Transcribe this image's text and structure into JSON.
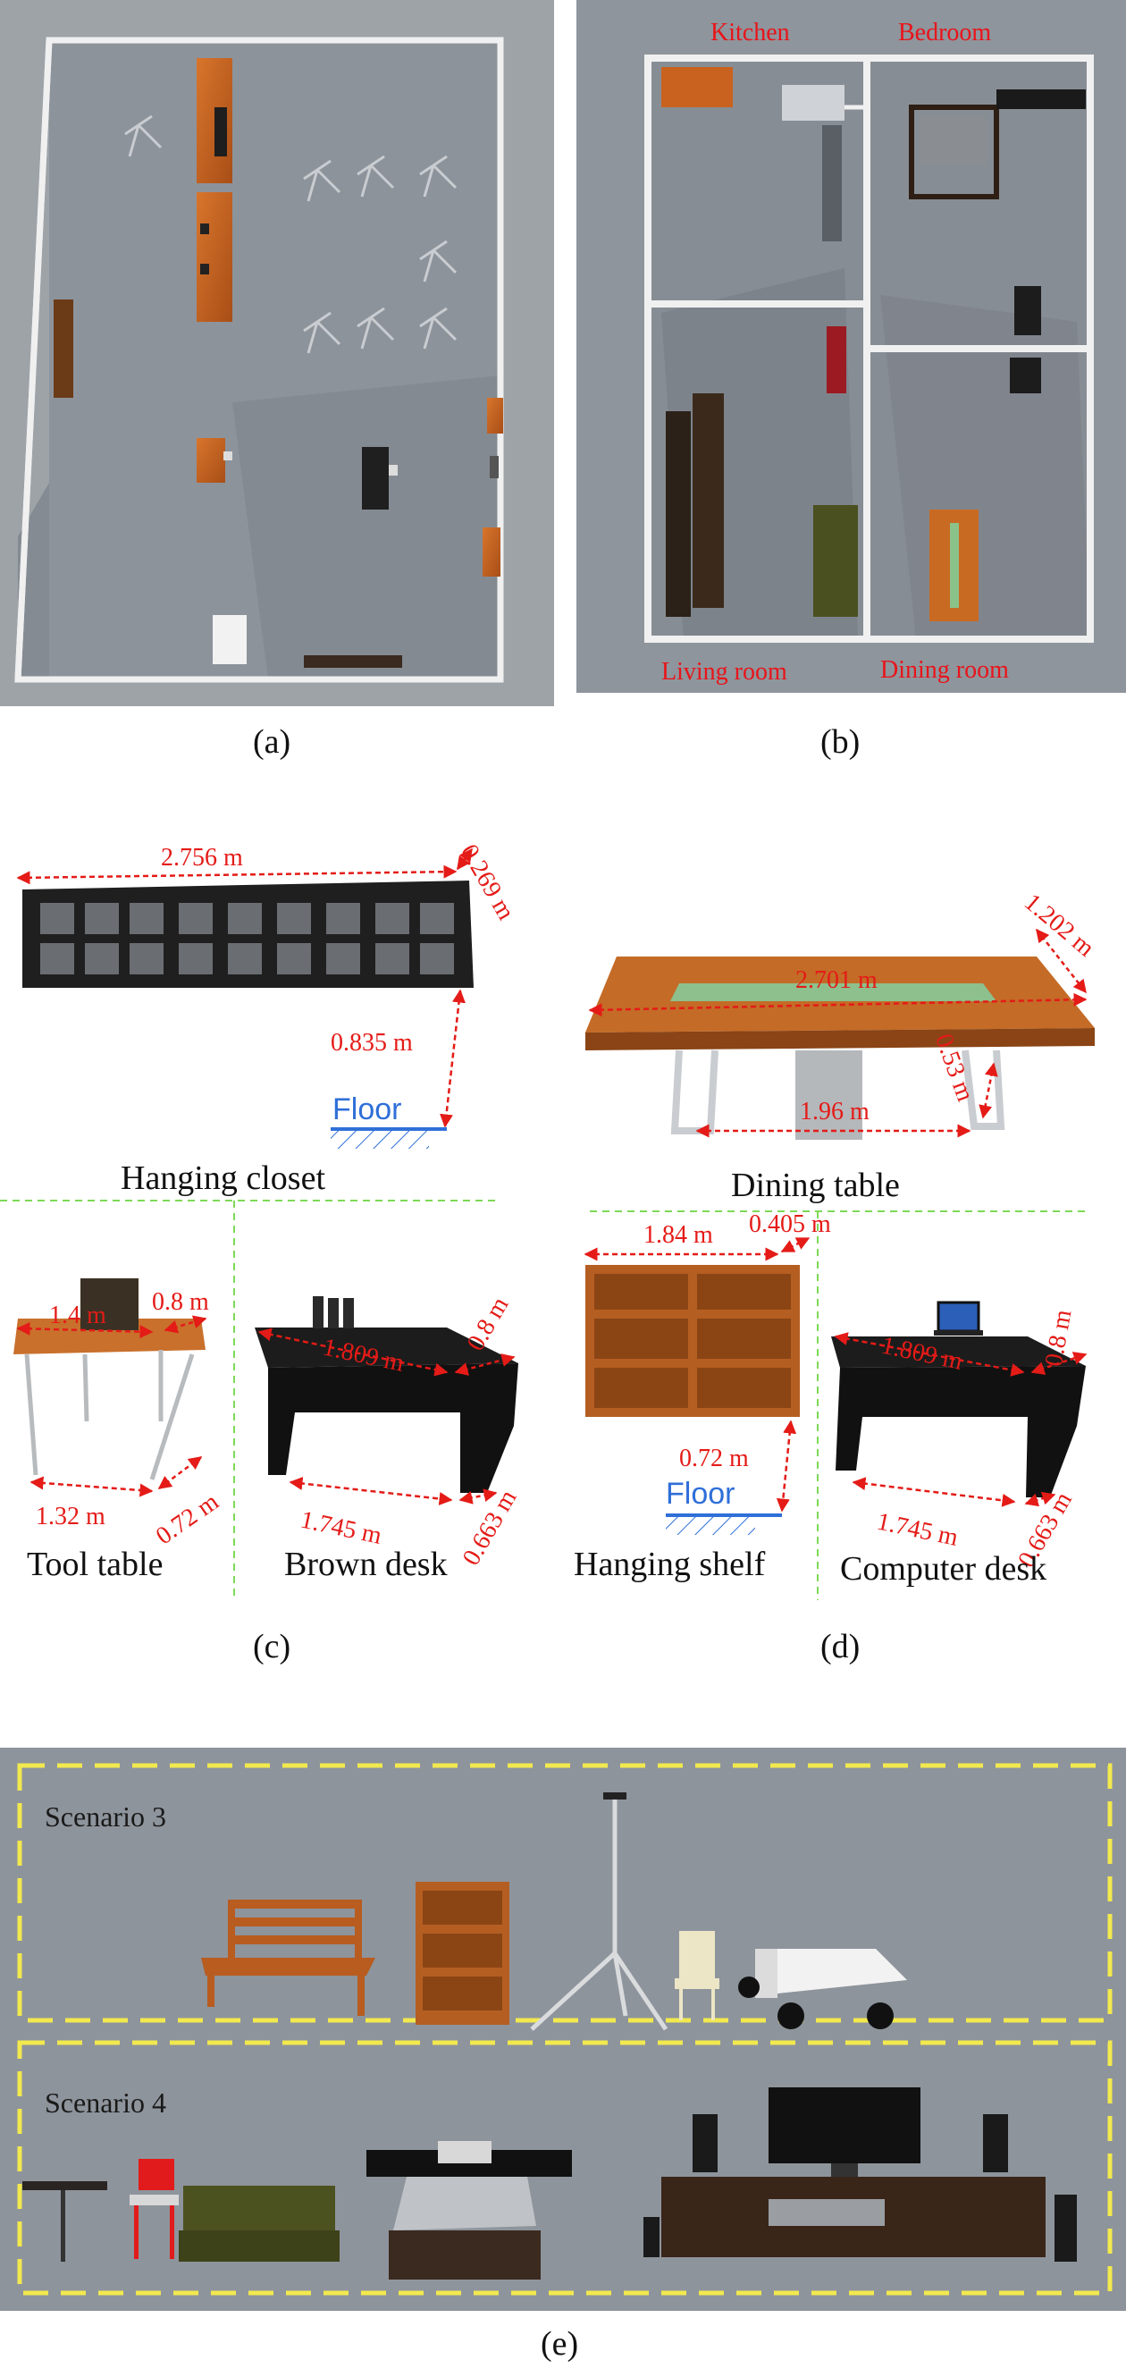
{
  "panels": {
    "a": "(a)",
    "b": "(b)",
    "c": "(c)",
    "d": "(d)",
    "e": "(e)"
  },
  "rooms": {
    "kitchen": "Kitchen",
    "bedroom": "Bedroom",
    "living_room": "Living room",
    "dining_room": "Dining room"
  },
  "furniture": {
    "hanging_closet": {
      "label": "Hanging closet",
      "width": "2.756 m",
      "depth": "0.269 m",
      "height": "0.835 m",
      "floor": "Floor"
    },
    "dining_table": {
      "label": "Dining table",
      "length": "2.701 m",
      "width": "1.202 m",
      "leg_span": "1.96 m",
      "leg_depth": "0.53 m"
    },
    "tool_table": {
      "label": "Tool table",
      "top_width": "1.4 m",
      "top_depth": "0.8 m",
      "leg_width": "1.32 m",
      "leg_depth": "0.72 m"
    },
    "brown_desk": {
      "label": "Brown desk",
      "top_width": "1.809 m",
      "top_depth": "0.8 m",
      "leg_width": "1.745 m",
      "leg_depth": "0.663 m"
    },
    "hanging_shelf": {
      "label": "Hanging shelf",
      "width": "1.84 m",
      "depth": "0.405 m",
      "height": "0.72 m",
      "floor": "Floor"
    },
    "computer_desk": {
      "label": "Computer desk",
      "top_width": "1.809 m",
      "top_depth": "0.8 m",
      "leg_width": "1.745 m",
      "leg_depth": "0.663 m"
    }
  },
  "scenarios": {
    "s3": "Scenario 3",
    "s4": "Scenario 4"
  },
  "colors": {
    "annotation_red": "#e41b17",
    "room_label_red": "#e8141a",
    "floor_blue": "#2f6fd8",
    "divider_green": "#7ed957",
    "scenario_box_yellow": "#f2e94e",
    "sim_gray": "#8e949c"
  }
}
